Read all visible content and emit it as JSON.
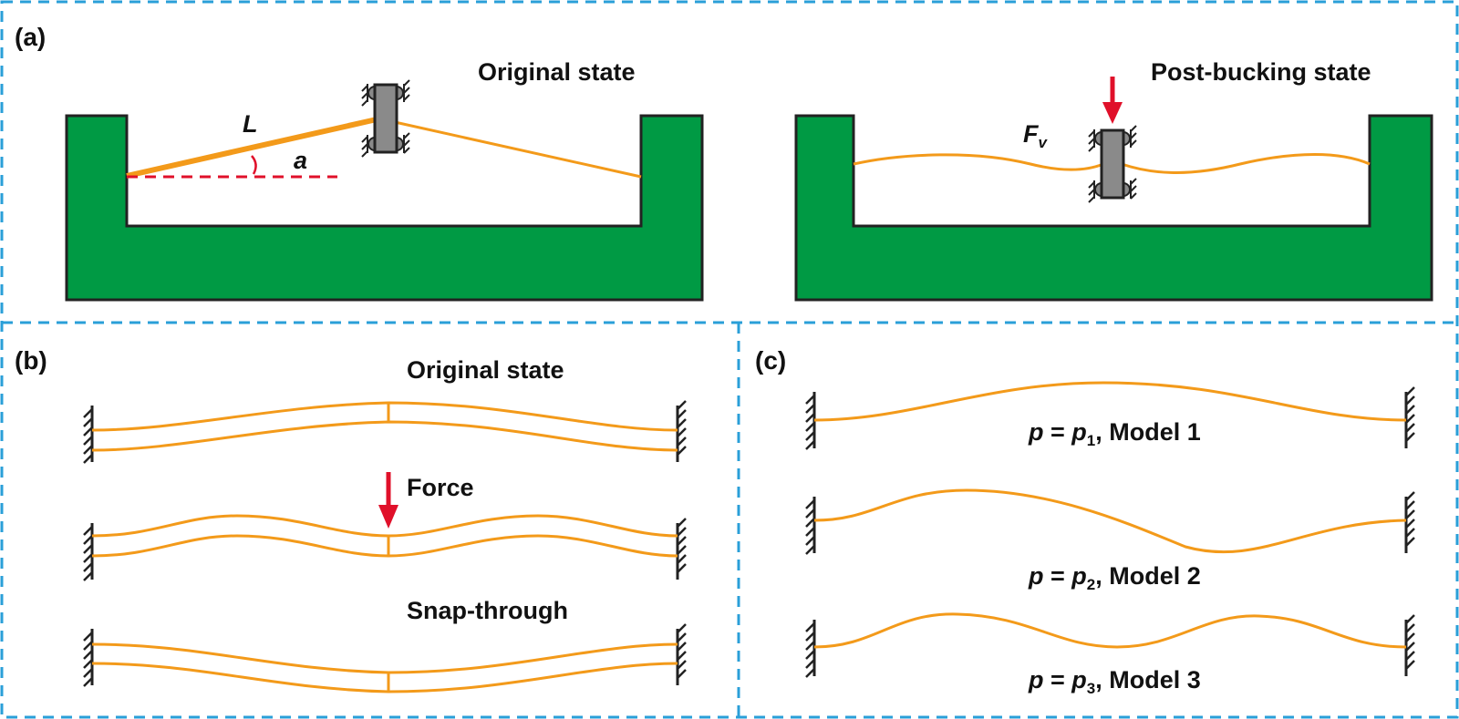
{
  "colors": {
    "frame_border": "#2a9fd8",
    "substrate": "#009a44",
    "beam": "#f39a1a",
    "force_arrow": "#e0102a",
    "angle_line": "#e0102a",
    "slider_block": "#8a8a8a",
    "clamp": "#222222"
  },
  "panel_a": {
    "label": "(a)",
    "left": {
      "title": "Original state",
      "length_symbol": "L",
      "angle_symbol": "a"
    },
    "right": {
      "title": "Post-bucking state",
      "force_symbol": "F",
      "force_subscript": "v"
    }
  },
  "panel_b": {
    "label": "(b)",
    "states": [
      {
        "title": "Original state"
      },
      {
        "title": "Force"
      },
      {
        "title": "Snap-through"
      }
    ]
  },
  "panel_c": {
    "label": "(c)",
    "modes": [
      {
        "p": "p",
        "eq": " = ",
        "pn": "p",
        "sub": "1",
        "rest": ", Model 1"
      },
      {
        "p": "p",
        "eq": " = ",
        "pn": "p",
        "sub": "2",
        "rest": ", Model 2"
      },
      {
        "p": "p",
        "eq": " = ",
        "pn": "p",
        "sub": "3",
        "rest": ", Model 3"
      }
    ]
  },
  "icons": [
    "clamp-icon",
    "roller-icon",
    "force-arrow-icon",
    "angle-arc-icon"
  ]
}
